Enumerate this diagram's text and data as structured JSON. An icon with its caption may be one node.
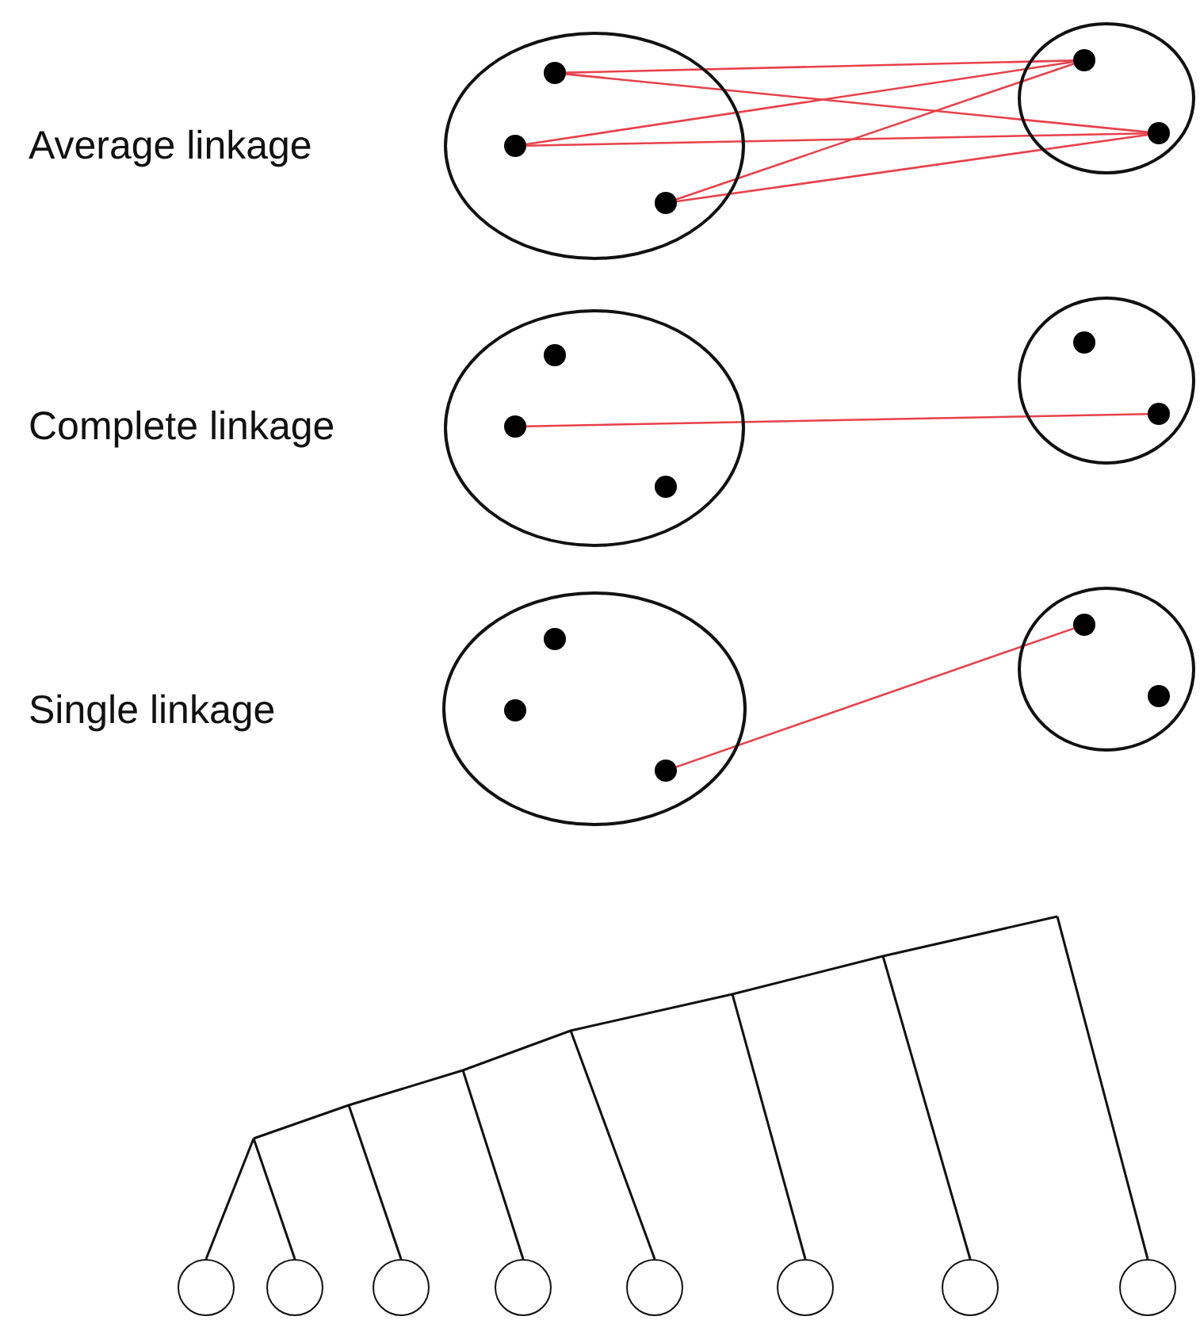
{
  "diagram": {
    "nodes": [
      {
        "text": [],
        "shape": "ellipse"
      },
      {
        "text": [],
        "shape": "dot",
        "in": 0
      },
      {
        "text": [],
        "shape": "dot",
        "in": 0
      },
      {
        "text": [],
        "shape": "dot",
        "in": 0
      },
      {
        "text": [],
        "shape": "ellipse"
      },
      {
        "text": [],
        "shape": "dot",
        "in": 4
      },
      {
        "text": [],
        "shape": "dot",
        "in": 4
      },
      {
        "text": [],
        "shape": "ellipse"
      },
      {
        "text": [],
        "shape": "dot",
        "in": 7
      },
      {
        "text": [],
        "shape": "dot",
        "in": 7
      },
      {
        "text": [],
        "shape": "dot",
        "in": 7
      },
      {
        "text": [],
        "shape": "ellipse"
      },
      {
        "text": [],
        "shape": "dot",
        "in": 11
      },
      {
        "text": [],
        "shape": "dot",
        "in": 11
      },
      {
        "text": [],
        "shape": "ellipse"
      },
      {
        "text": [],
        "shape": "dot",
        "in": 14
      },
      {
        "text": [],
        "shape": "dot",
        "in": 14
      },
      {
        "text": [],
        "shape": "dot",
        "in": 14
      },
      {
        "text": [],
        "shape": "ellipse"
      },
      {
        "text": [],
        "shape": "dot",
        "in": 18
      },
      {
        "text": [],
        "shape": "dot",
        "in": 18
      },
      {
        "text": [],
        "shape": "circle"
      },
      {
        "text": [],
        "shape": "circle"
      },
      {
        "text": [],
        "shape": "circle"
      },
      {
        "text": [],
        "shape": "circle"
      },
      {
        "text": [],
        "shape": "circle"
      },
      {
        "text": [],
        "shape": "circle"
      },
      {
        "text": [],
        "shape": "circle"
      },
      {
        "text": [],
        "shape": "circle"
      }
    ],
    "edges": [
      {
        "from": 1,
        "to": 5,
        "arrow": "none"
      },
      {
        "from": 1,
        "to": 6,
        "arrow": "none"
      },
      {
        "from": 2,
        "to": 5,
        "arrow": "none"
      },
      {
        "from": 2,
        "to": 6,
        "arrow": "none"
      },
      {
        "from": 3,
        "to": 5,
        "arrow": "none"
      },
      {
        "from": 3,
        "to": 6,
        "arrow": "none"
      },
      {
        "from": 9,
        "to": 13,
        "arrow": "none"
      },
      {
        "from": 17,
        "to": 19,
        "arrow": "none"
      }
    ],
    "labels": [
      "Average linkage",
      "Complete linkage",
      "Single linkage"
    ]
  }
}
